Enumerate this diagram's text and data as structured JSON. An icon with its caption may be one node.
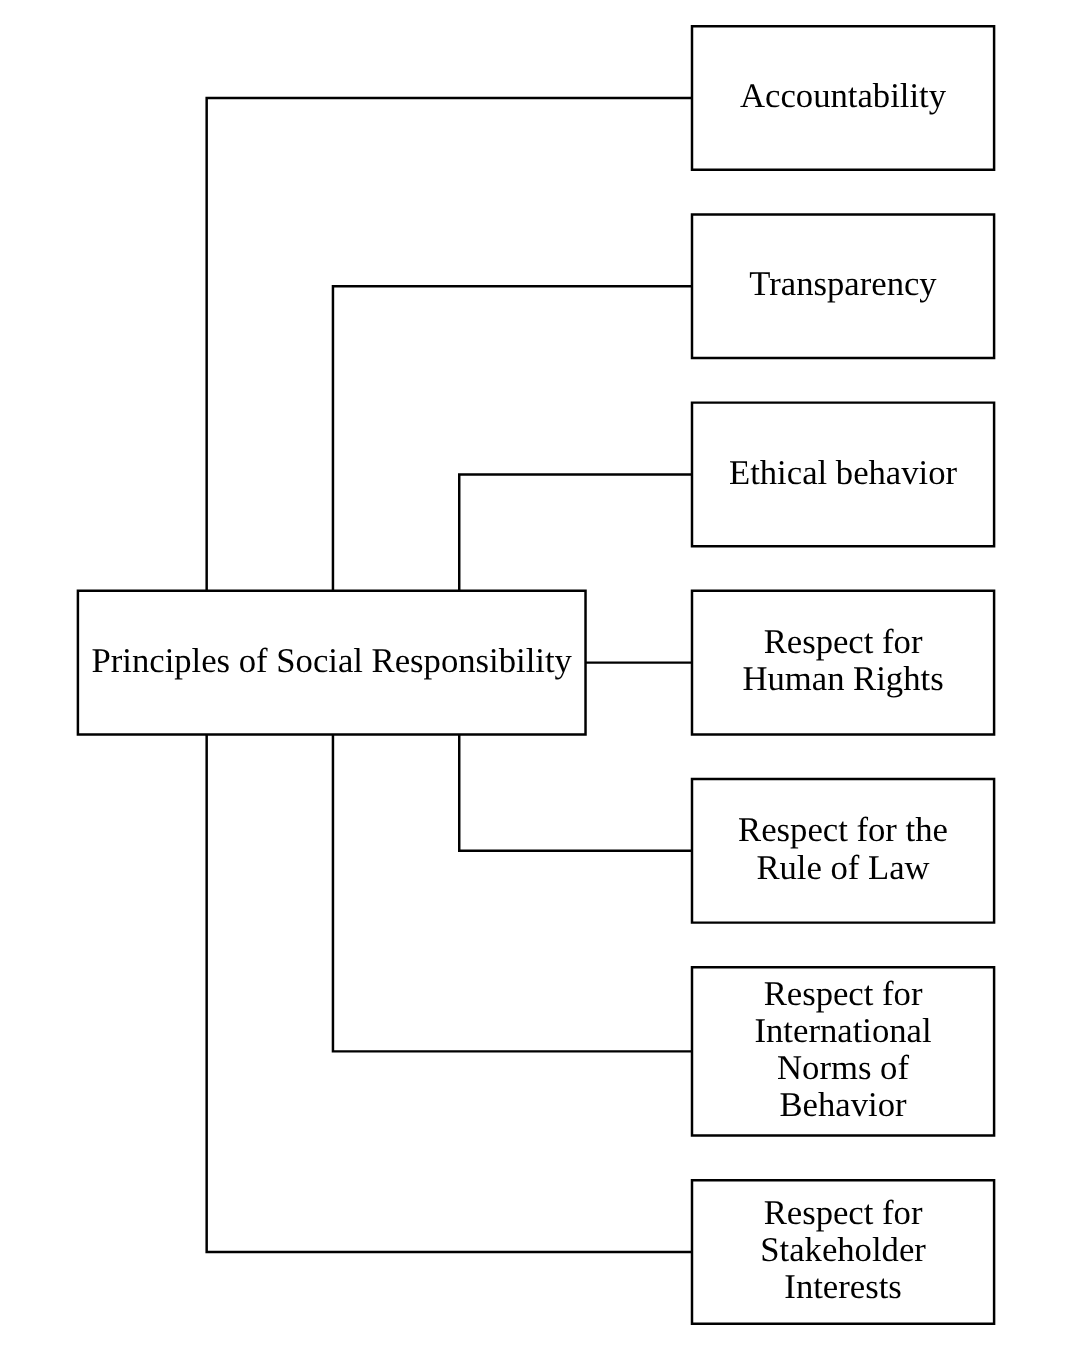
{
  "diagram": {
    "nodes": [
      {
        "text": [
          "Principles of Social Responsibility"
        ]
      },
      {
        "text": [
          "Accountability"
        ]
      },
      {
        "text": [
          "Transparency"
        ]
      },
      {
        "text": [
          "Ethical behavior"
        ]
      },
      {
        "text": [
          "Respect for Human Rights"
        ]
      },
      {
        "text": [
          "Respect for the Rule of Law"
        ]
      },
      {
        "text": [
          "Respect for International Norms of Behavior"
        ]
      },
      {
        "text": [
          "Respect for Stakeholder Interests"
        ]
      }
    ],
    "edges": [
      {
        "from": 0,
        "to": 1,
        "arrow": "none"
      },
      {
        "from": 0,
        "to": 2,
        "arrow": "none"
      },
      {
        "from": 0,
        "to": 3,
        "arrow": "none"
      },
      {
        "from": 0,
        "to": 4,
        "arrow": "none"
      },
      {
        "from": 0,
        "to": 5,
        "arrow": "none"
      },
      {
        "from": 0,
        "to": 6,
        "arrow": "none"
      },
      {
        "from": 0,
        "to": 7,
        "arrow": "none"
      }
    ]
  }
}
